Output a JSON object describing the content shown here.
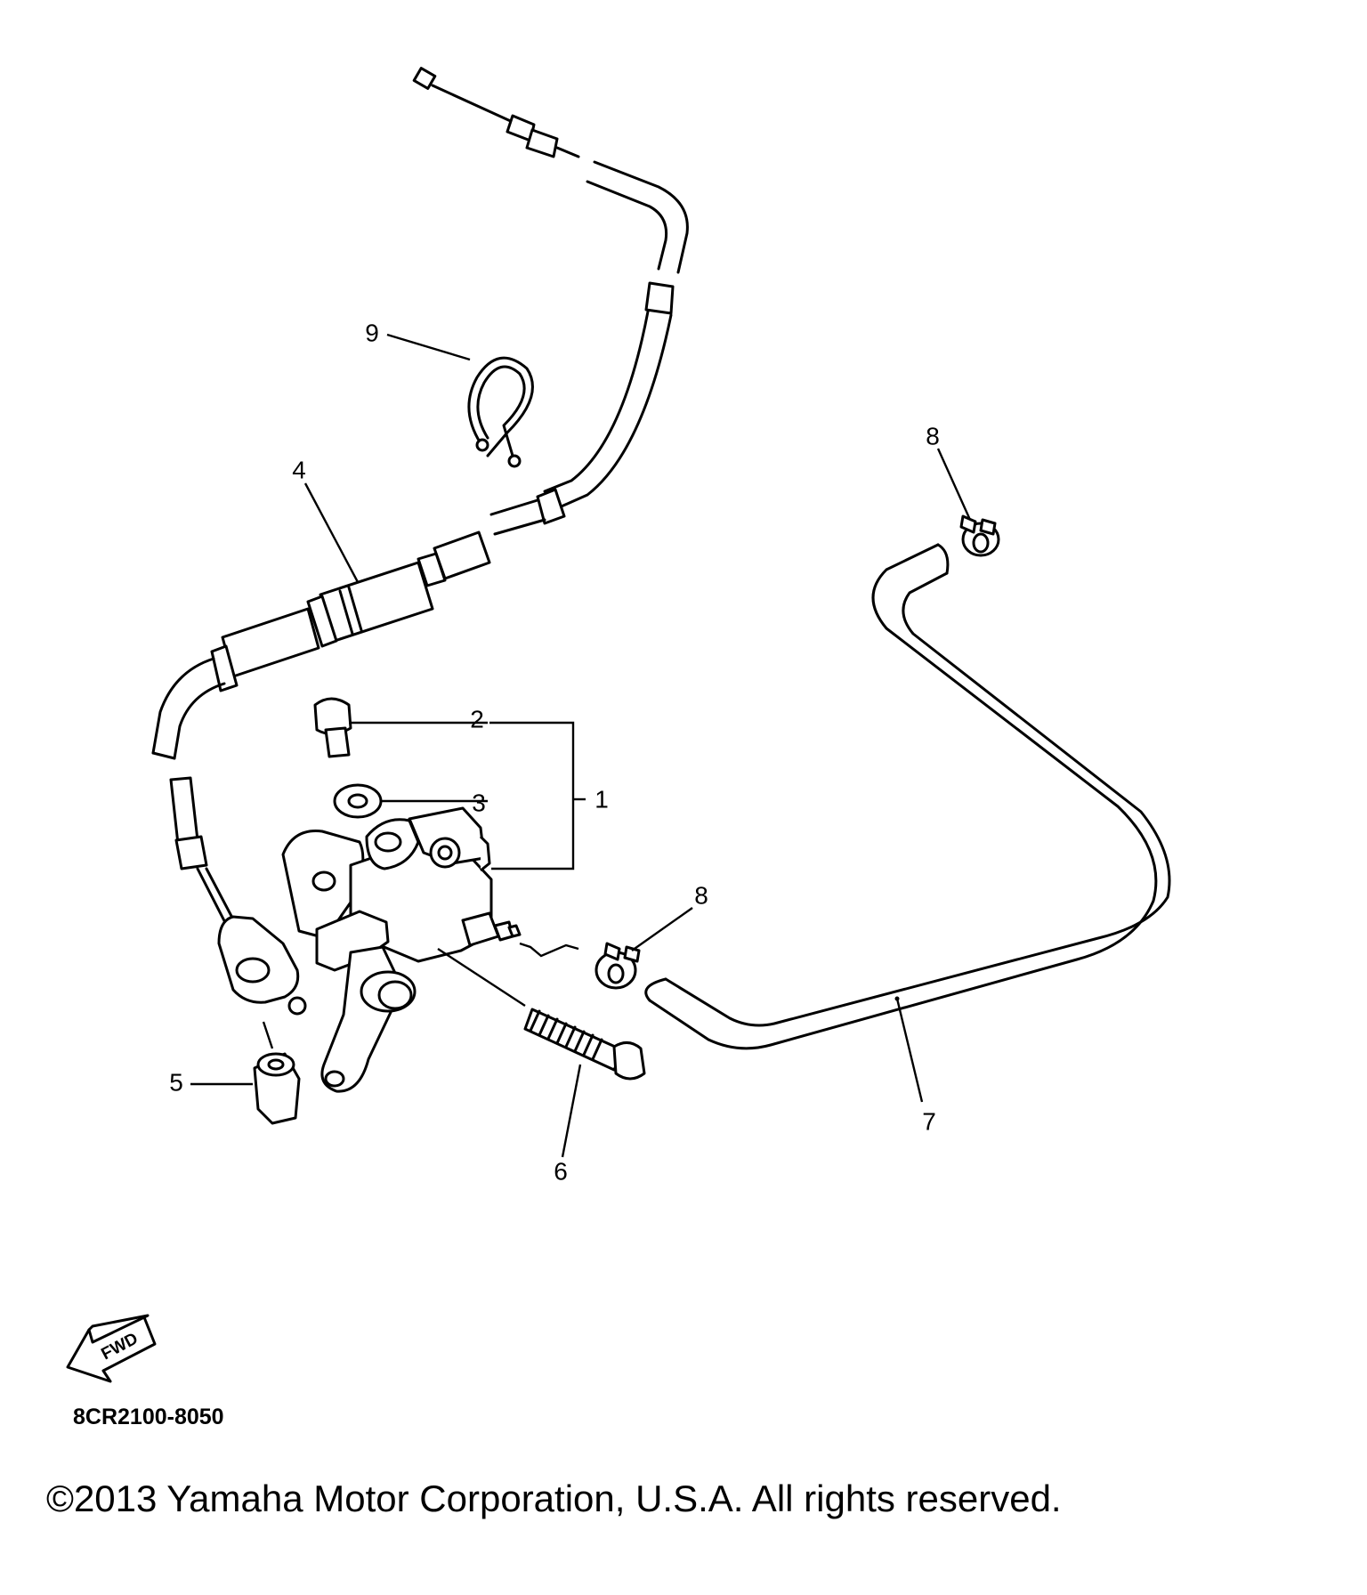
{
  "callouts": [
    {
      "id": "1",
      "label": "1"
    },
    {
      "id": "2",
      "label": "2"
    },
    {
      "id": "3",
      "label": "3"
    },
    {
      "id": "4",
      "label": "4"
    },
    {
      "id": "5",
      "label": "5"
    },
    {
      "id": "6",
      "label": "6"
    },
    {
      "id": "7",
      "label": "7"
    },
    {
      "id": "8a",
      "label": "8"
    },
    {
      "id": "8b",
      "label": "8"
    },
    {
      "id": "9",
      "label": "9"
    }
  ],
  "fwd_label": "FWD",
  "diagram_code": "8CR2100-8050",
  "copyright": "©2013 Yamaha Motor Corporation, U.S.A. All rights reserved.",
  "colors": {
    "ink": "#000000",
    "paper": "#ffffff"
  }
}
